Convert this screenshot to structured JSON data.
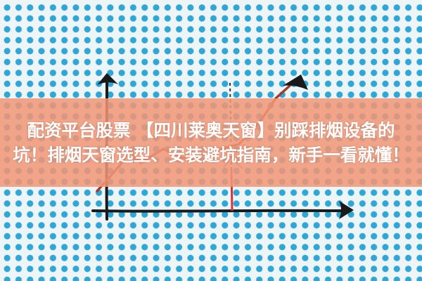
{
  "banner": {
    "line1": "配资平台股票 【四川莱奥天窗】别踩排烟设备的",
    "line2": "坑！排烟天窗选型、安装避坑指南，新手一看就懂！",
    "background": "#f29676",
    "text_color": "#ffffff"
  },
  "illustration": {
    "description": "hand-drawn line chart on blue polka-dot paper",
    "dot_color": "#2ea6d6",
    "paper_color": "#eef5f7",
    "axis_color": "#1a1a1a",
    "trend_line_color": "#a83a2a",
    "marker_line_color": "#d8333a"
  }
}
